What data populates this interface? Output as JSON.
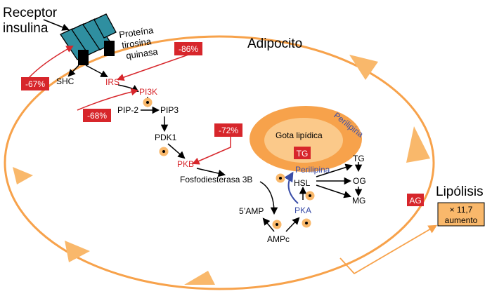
{
  "colors": {
    "orange": "#f7a24b",
    "orange_light": "#fbc98a",
    "red": "#d7262b",
    "black": "#000000",
    "teal": "#2f8fa0",
    "blue": "#3b4ea8",
    "box_orange": "#f9b86b"
  },
  "labels": {
    "receptor_line1": "Receptor",
    "receptor_line2": "insulina",
    "ptk_line1": "Proteína",
    "ptk_line2": "tirosina",
    "ptk_line3": "quinasa",
    "adipocito": "Adipocito",
    "shc": "SHC",
    "irs": "IRS",
    "pi3k": "PI3K",
    "pip2": "PIP-2",
    "pip3": "PIP3",
    "pdk1": "PDK1",
    "pkb": "PKB",
    "fosfo": "Fosfodiesterasa 3B",
    "amp5": "5’AMP",
    "ampc": "AMPc",
    "pka": "PKA",
    "hsl": "HSL",
    "perilipina_drop": "Perilipina",
    "perilipina_hsl": "Perilipina",
    "gota": "Gota lipídica",
    "tg_drop": "TG",
    "tg": "TG",
    "og": "OG",
    "mg": "MG",
    "ag": "AG",
    "lipolisis": "Lipólisis",
    "aumento_line1": "× 11,7",
    "aumento_line2": "aumento",
    "pct_86": "-86%",
    "pct_67": "-67%",
    "pct_68": "-68%",
    "pct_72": "-72%"
  }
}
